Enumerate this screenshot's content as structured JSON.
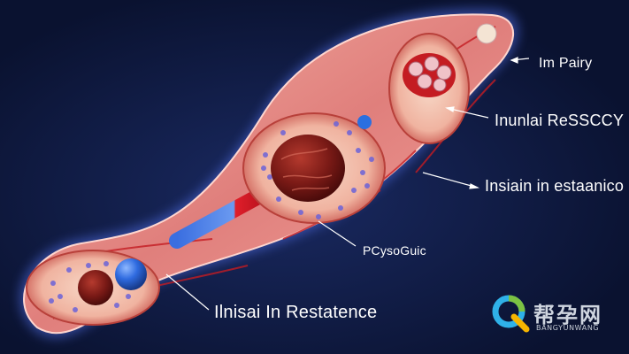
{
  "labels": {
    "top_right": "Im Pairy",
    "upper_right": "Inunlai ReSSCCY",
    "middle_right": "Insiain in estaanico",
    "center": "PCysoGuic",
    "bottom_left": "Ilnisai In Restatence"
  },
  "watermark": {
    "cjk_text": "帮孕网",
    "latin_text": "BANGYUNWANG",
    "logo_colors": [
      "#2fb1e8",
      "#7cc242",
      "#f5b400"
    ]
  },
  "colors": {
    "background": "#0b1330",
    "glow": "#6a8cff",
    "tissue": "#e48a86",
    "vessel_red": "#c41c22",
    "cell_blue": "#2a6fe0"
  }
}
